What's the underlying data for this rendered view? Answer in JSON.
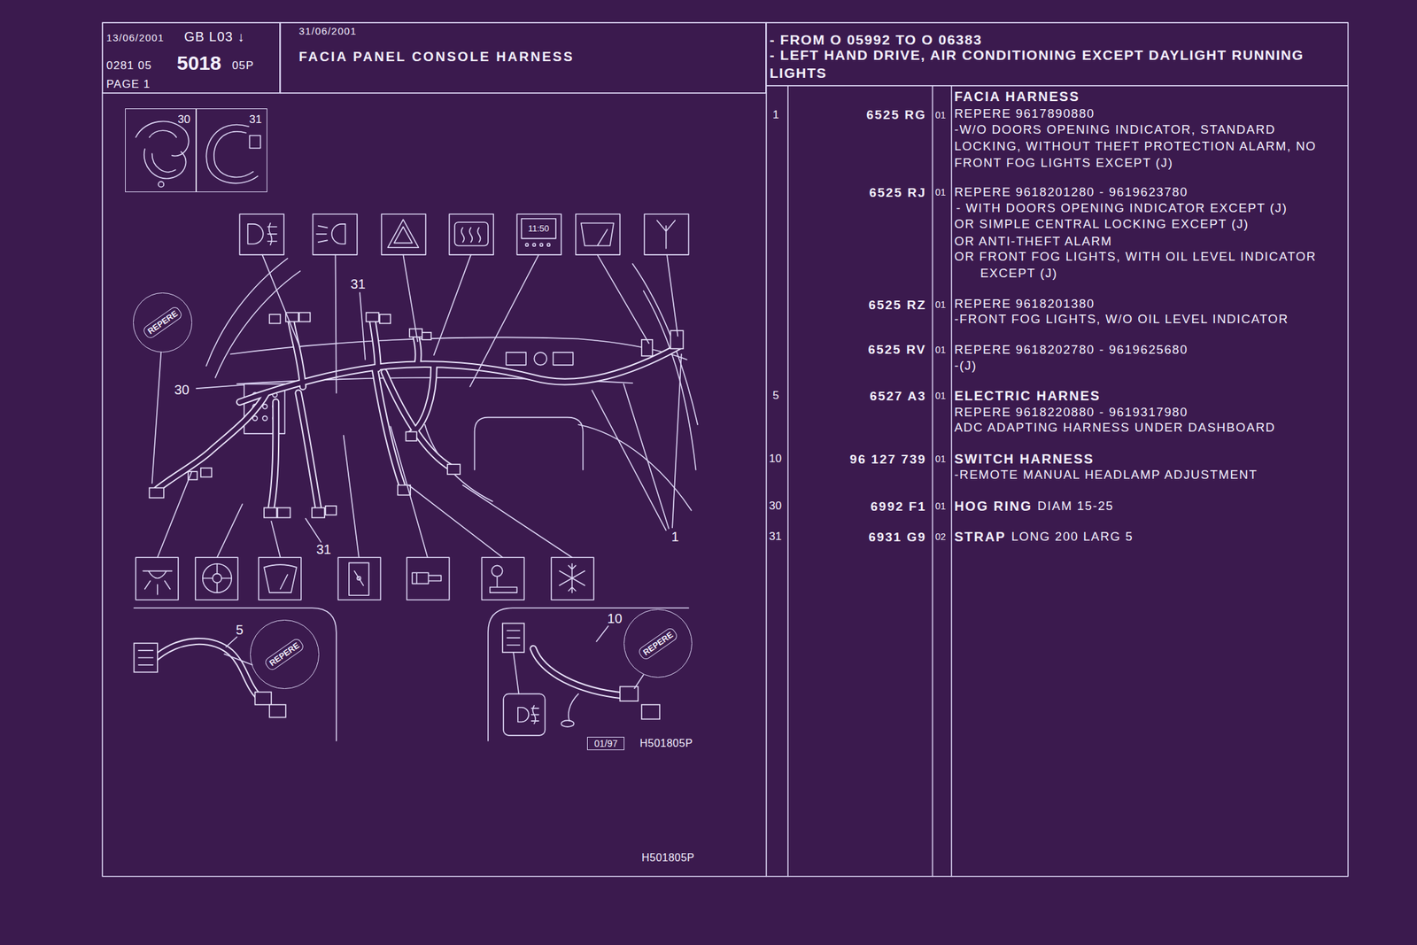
{
  "diagram": {
    "title": "FACIA PANEL CONSOLE HARNESS",
    "nodes": [
      {
        "text": [
          "13/06/2001",
          "GB L03 ↓",
          "0281 05",
          "5018",
          "05P",
          "PAGE 1"
        ]
      },
      {
        "text": [
          "31/06/2001"
        ]
      },
      {
        "text": [
          "- FROM O 05992 TO O 06383",
          "- LEFT HAND DRIVE, AIR CONDITIONING EXCEPT DAYLIGHT RUNNING LIGHTS"
        ]
      },
      {
        "text": [
          "REPERE"
        ]
      },
      {
        "text": [
          "REPERE"
        ]
      },
      {
        "text": [
          "REPERE"
        ]
      },
      {
        "text": [
          "30"
        ]
      },
      {
        "text": [
          "31"
        ]
      },
      {
        "text": [
          "01/97"
        ]
      }
    ],
    "labels": [
      "31",
      "30",
      "31",
      "1",
      "5",
      "10",
      "11:50",
      "H501805P",
      "H501805P",
      "1",
      "6525 RG",
      "01",
      "FACIA HARNESS",
      "REPERE 9617890880",
      "-W/O DOORS OPENING INDICATOR, STANDARD LOCKING, WITHOUT THEFT PROTECTION ALARM, NO FRONT FOG LIGHTS EXCEPT (J)",
      "6525 RJ",
      "01",
      "REPERE 9618201280 - 9619623780",
      "- WITH DOORS OPENING INDICATOR EXCEPT (J)",
      "OR SIMPLE CENTRAL LOCKING EXCEPT (J)",
      "OR ANTI-THEFT ALARM",
      "OR FRONT FOG LIGHTS, WITH OIL LEVEL INDICATOR EXCEPT (J)",
      "6525 RZ",
      "01",
      "REPERE 9618201380",
      "-FRONT FOG LIGHTS, W/O OIL LEVEL INDICATOR",
      "6525 RV",
      "01",
      "REPERE 9618202780 - 9619625680",
      "-(J)",
      "5",
      "6527 A3",
      "01",
      "ELECTRIC HARNES",
      "REPERE 9618220880 - 9619317980",
      "ADC ADAPTING HARNESS UNDER DASHBOARD",
      "10",
      "96 127 739",
      "01",
      "SWITCH HARNESS",
      "-REMOTE MANUAL HEADLAMP ADJUSTMENT",
      "30",
      "6992 F1",
      "01",
      "HOG RING",
      "DIAM 15-25",
      "31",
      "6931 G9",
      "02",
      "STRAP",
      "LONG 200 LARG 5"
    ]
  }
}
